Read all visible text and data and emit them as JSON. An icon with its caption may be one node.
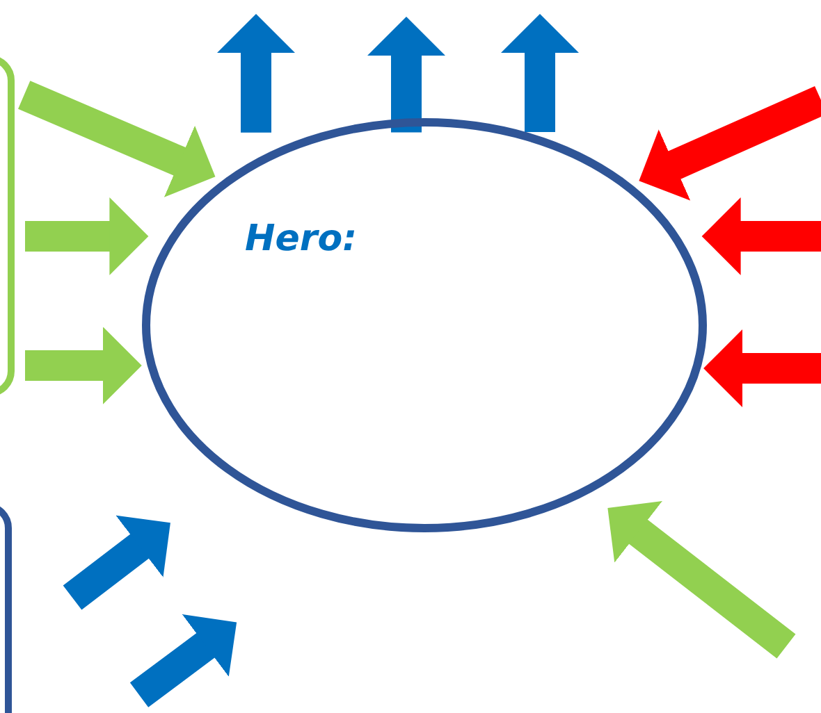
{
  "diagram": {
    "nodes": [
      {
        "text": [
          "Hero:"
        ]
      },
      {
        "text": [],
        "shape": "box"
      },
      {
        "text": [],
        "shape": "box"
      }
    ],
    "edges": [
      {
        "from": 1,
        "to": 0,
        "arrow": "to",
        "color": "#92d050"
      },
      {
        "from": 1,
        "to": 0,
        "arrow": "to",
        "color": "#92d050"
      },
      {
        "from": 1,
        "to": 0,
        "arrow": "to",
        "color": "#92d050"
      },
      {
        "from": 0,
        "to": null,
        "arrow": "to"
      },
      {
        "from": 0,
        "to": null,
        "arrow": "to"
      },
      {
        "from": 0,
        "to": null,
        "arrow": "to"
      },
      {
        "from": null,
        "to": 0,
        "arrow": "to",
        "color": "#ff0000"
      },
      {
        "from": null,
        "to": 0,
        "arrow": "to",
        "color": "#ff0000"
      },
      {
        "from": null,
        "to": 0,
        "arrow": "to",
        "color": "#ff0000"
      },
      {
        "from": null,
        "to": 0,
        "arrow": "to"
      },
      {
        "from": null,
        "to": 0,
        "arrow": "to"
      },
      {
        "from": null,
        "to": 0,
        "arrow": "to",
        "color": "#92d050"
      }
    ]
  }
}
